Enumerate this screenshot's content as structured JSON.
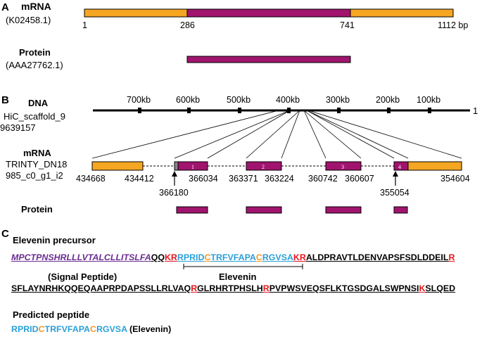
{
  "panel_a": {
    "letter": "A",
    "mrna_title": "mRNA",
    "mrna_accession": "(K02458.1)",
    "mrna_positions": [
      "1",
      "286",
      "741",
      "1112 bp"
    ],
    "protein_title": "Protein",
    "protein_accession": "(AAA27762.1)"
  },
  "panel_b": {
    "letter": "B",
    "dna_title": "DNA",
    "scaffold": "HiC_scaffold_9",
    "scaffold_end": "9639157",
    "scaffold_start": "1",
    "kb_ticks": [
      "700kb",
      "600kb",
      "500kb",
      "400kb",
      "300kb",
      "200kb",
      "100kb"
    ],
    "mrna_title": "mRNA",
    "transcript_line1": "TRINTY_DN18",
    "transcript_line2": "985_c0_g1_i2",
    "coords": [
      "434668",
      "434412",
      "366034",
      "363371",
      "363224",
      "360742",
      "360607",
      "354604"
    ],
    "arrow_coords": [
      "366180",
      "355054"
    ],
    "exon_numbers": [
      "1",
      "2",
      "3",
      "4"
    ],
    "protein_title": "Protein"
  },
  "panel_c": {
    "letter": "C",
    "title": "Elevenin precursor",
    "seq_line1": {
      "signal": "MPCTPNSHRLLLVTALCLLITSLFA",
      "s1": "QQ",
      "kr1": "KR",
      "m1": "RPRID",
      "c1": "C",
      "m2": "TRFVFAPA",
      "c2": "C",
      "m3": "RGVSA",
      "kr2": "KR",
      "tail": "ALDPRAVTLDENVAPSFSDLDDEIL",
      "r_end": "R"
    },
    "signal_label": "(Signal Peptide)",
    "elevenin_label": "Elevenin",
    "seq_line2": {
      "p1": "SFLAYNRHKQQEQAAPRPDAPSSLLRLVAQ",
      "r1": "R",
      "p2": "GLRHRTPHSLH",
      "r2": "R",
      "p3": "PVPWSVEQSFLKTGSDGALSWPNSI",
      "k1": "K",
      "p4": "SLQED"
    },
    "predicted_title": "Predicted peptide",
    "pred": {
      "a": "RPRID",
      "c1": "C",
      "b": "TRFVFAPA",
      "c2": "C",
      "d": "RGVSA",
      "label": " (Elevenin)"
    }
  },
  "colors": {
    "utr": "#f5a623",
    "cds": "#a0146e",
    "signal": "#6a2c91",
    "cleavage": "#e8141b",
    "peptide": "#2a9fd8",
    "cysteine": "#f39b1b"
  }
}
